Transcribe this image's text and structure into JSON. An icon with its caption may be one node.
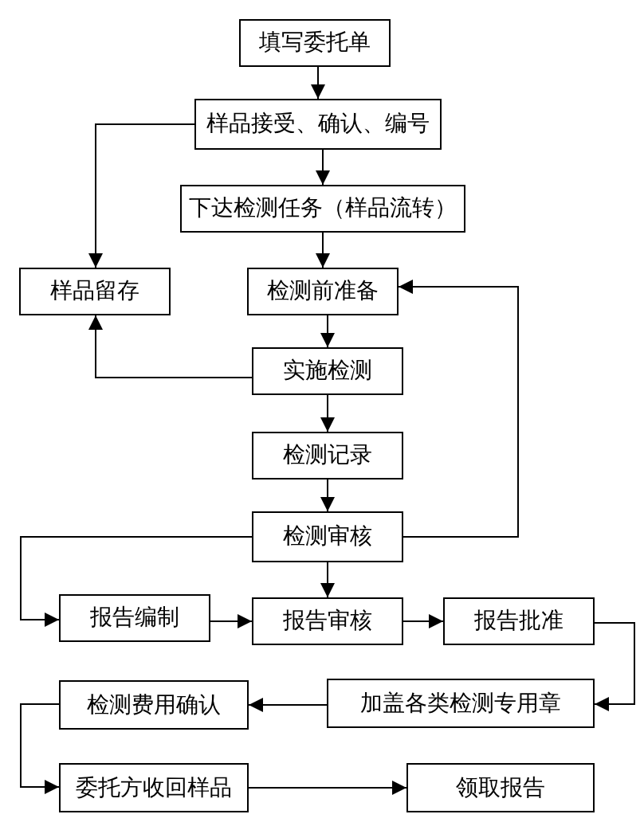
{
  "diagram": {
    "nodes": [
      {
        "text": [
          "填写委托单"
        ]
      },
      {
        "text": [
          "样品接受、确认、编号"
        ]
      },
      {
        "text": [
          "下达检测任务（样品流转）"
        ]
      },
      {
        "text": [
          "样品留存"
        ]
      },
      {
        "text": [
          "检测前准备"
        ]
      },
      {
        "text": [
          "实施检测"
        ]
      },
      {
        "text": [
          "检测记录"
        ]
      },
      {
        "text": [
          "检测审核"
        ]
      },
      {
        "text": [
          "报告编制"
        ]
      },
      {
        "text": [
          "报告审核"
        ]
      },
      {
        "text": [
          "报告批准"
        ]
      },
      {
        "text": [
          "加盖各类检测专用章"
        ]
      },
      {
        "text": [
          "检测费用确认"
        ]
      },
      {
        "text": [
          "委托方收回样品"
        ]
      },
      {
        "text": [
          "领取报告"
        ]
      }
    ],
    "edges": [
      {
        "from": 0,
        "to": 1,
        "arrow": "to"
      },
      {
        "from": 1,
        "to": 2,
        "arrow": "to"
      },
      {
        "from": 1,
        "to": 3,
        "arrow": "to"
      },
      {
        "from": 2,
        "to": 4,
        "arrow": "to"
      },
      {
        "from": 4,
        "to": 5,
        "arrow": "to"
      },
      {
        "from": 5,
        "to": 3,
        "arrow": "to"
      },
      {
        "from": 5,
        "to": 6,
        "arrow": "to"
      },
      {
        "from": 6,
        "to": 7,
        "arrow": "to"
      },
      {
        "from": 7,
        "to": 4,
        "arrow": "to"
      },
      {
        "from": 7,
        "to": 9,
        "arrow": "to"
      },
      {
        "from": 7,
        "to": 8,
        "arrow": "to"
      },
      {
        "from": 8,
        "to": 9,
        "arrow": "to"
      },
      {
        "from": 9,
        "to": 10,
        "arrow": "to"
      },
      {
        "from": 10,
        "to": 11,
        "arrow": "to"
      },
      {
        "from": 11,
        "to": 12,
        "arrow": "to"
      },
      {
        "from": 12,
        "to": 13,
        "arrow": "to"
      },
      {
        "from": 13,
        "to": 14,
        "arrow": "to"
      }
    ]
  }
}
